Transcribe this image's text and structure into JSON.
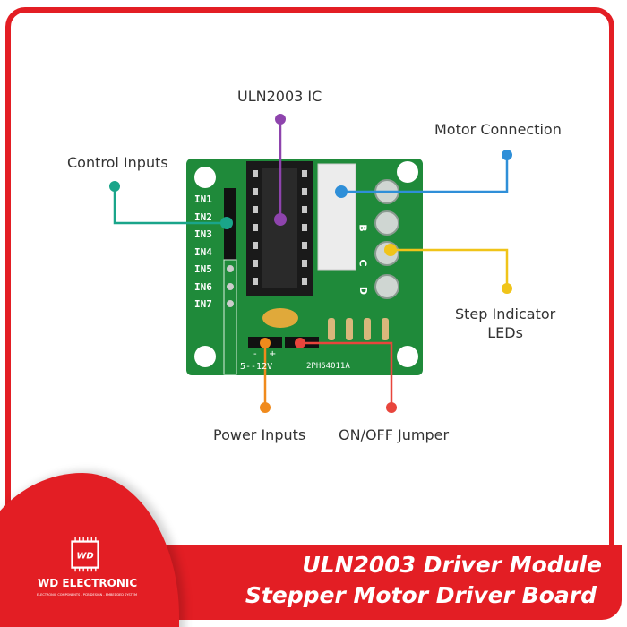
{
  "callouts": {
    "ic": "ULN2003 IC",
    "motor": "Motor Connection",
    "control": "Control Inputs",
    "leds_line1": "Step Indicator",
    "leds_line2": "LEDs",
    "power": "Power Inputs",
    "jumper": "ON/OFF Jumper"
  },
  "board": {
    "inputs": [
      "IN1",
      "IN2",
      "IN3",
      "IN4",
      "IN5",
      "IN6",
      "IN7"
    ],
    "led_labels": [
      "B",
      "C",
      "D"
    ],
    "voltage": "5--12V",
    "polarity_minus": "-",
    "polarity_plus": "+",
    "part_no": "2PH64011A"
  },
  "banner": {
    "line1": "ULN2003 Driver Module",
    "line2": "Stepper Motor Driver Board"
  },
  "brand": {
    "logo_mark": "WD",
    "name": "WD ELECTRONIC",
    "tagline": "ELECTRONIC COMPONENTS - PCB DESIGN - EMBEDDED SYSTEM"
  },
  "colors": {
    "brand_red": "#e31e24",
    "ic": "#8e44ad",
    "motor": "#2f8fd8",
    "control": "#1aa58a",
    "leds": "#f0c419",
    "power": "#f08a1c",
    "jumper": "#e8453c",
    "pcb": "#1f8a3a"
  }
}
